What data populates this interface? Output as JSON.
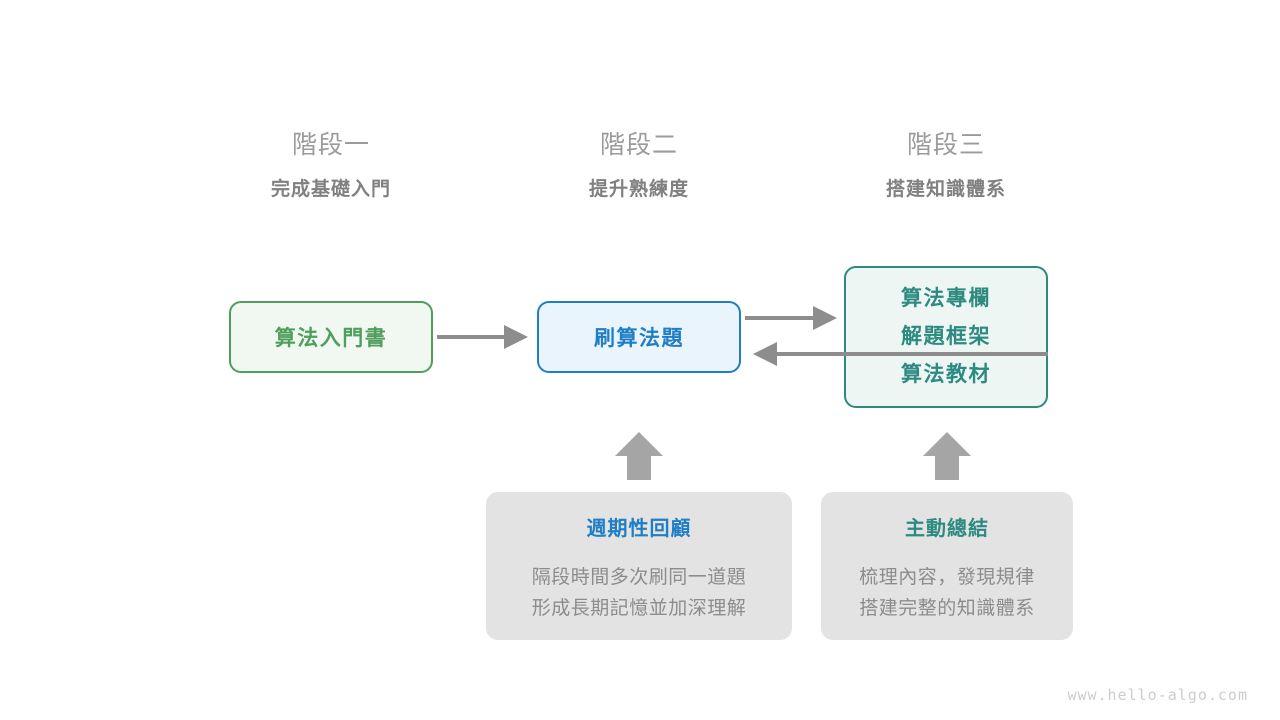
{
  "page": {
    "background_color": "#ffffff",
    "watermark": "www.hello-algo.com"
  },
  "colors": {
    "green": "#4f9e5c",
    "blue": "#1f7ec4",
    "teal": "#2d8a80",
    "gray_text": "#8c8c8c",
    "gray_card": "#e3e3e3",
    "arrow": "#8d8d8d"
  },
  "stages": [
    {
      "title": "階段一",
      "subtitle": "完成基礎入門"
    },
    {
      "title": "階段二",
      "subtitle": "提升熟練度"
    },
    {
      "title": "階段三",
      "subtitle": "搭建知識體系"
    }
  ],
  "flow": {
    "book": {
      "label": "算法入門書"
    },
    "practice": {
      "label": "刷算法題"
    },
    "resources": {
      "lines": [
        "算法專欄",
        "解題框架",
        "算法教材"
      ]
    }
  },
  "notes": [
    {
      "title": "週期性回顧",
      "lines": [
        "隔段時間多次刷同一道題",
        "形成長期記憶並加深理解"
      ]
    },
    {
      "title": "主動總結",
      "lines": [
        "梳理內容，發現規律",
        "搭建完整的知識體系"
      ]
    }
  ],
  "arrows": {
    "book_to_practice": "arrow-right-icon",
    "practice_to_resources": "arrow-right-icon",
    "resources_to_practice": "arrow-left-icon",
    "review_up": "arrow-up-icon",
    "summary_up": "arrow-up-icon"
  }
}
